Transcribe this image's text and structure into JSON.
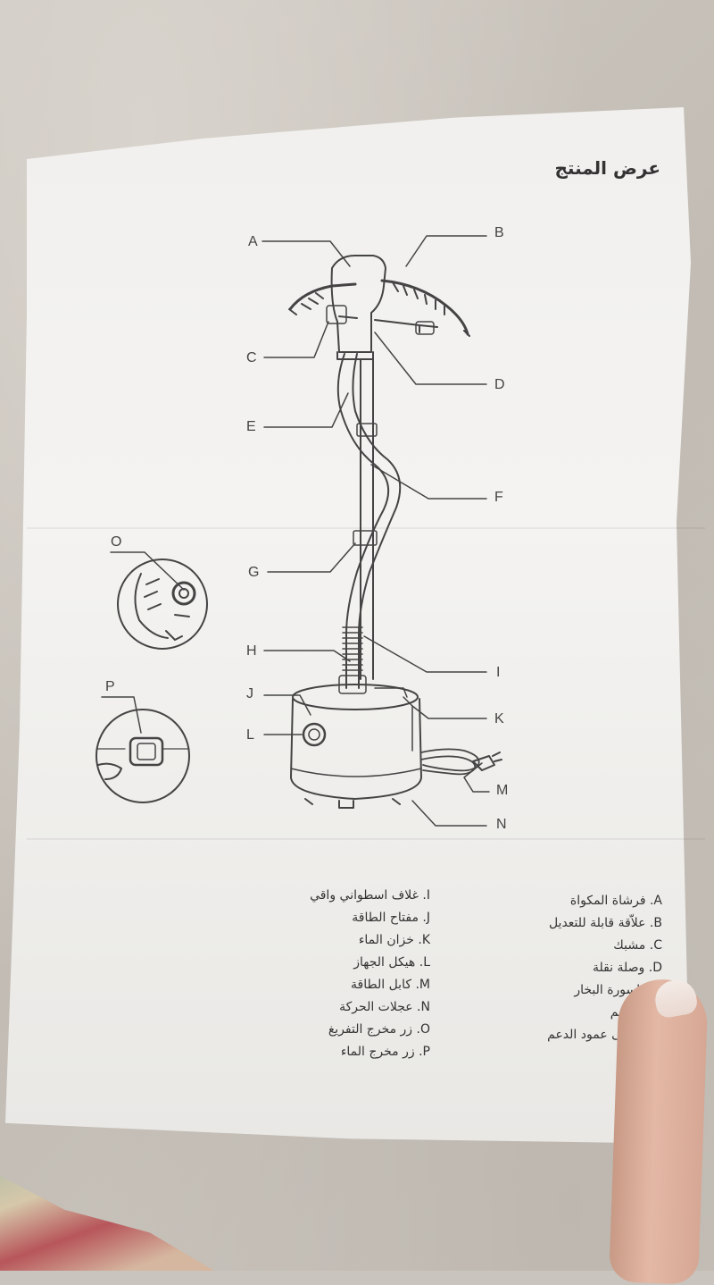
{
  "heading": "عرض المنتج",
  "callouts": [
    "A",
    "B",
    "C",
    "D",
    "E",
    "F",
    "G",
    "H",
    "I",
    "J",
    "K",
    "L",
    "M",
    "N",
    "O",
    "P"
  ],
  "legend_right": [
    "A. فرشاة المكواة",
    "B. علاّقة قابلة للتعديل",
    "C. مشبك",
    "D. وصلة نقلة",
    "F. ماسورة البخار",
    "عمود دعم",
    "شبك على عمود الدعم",
    "لة"
  ],
  "legend_left": [
    "I. غلاف اسطواني واقي",
    "J. مفتاح الطاقة",
    "K. خزان الماء",
    "L. هيكل الجهاز",
    "M. كابل الطاقة",
    "N. عجلات الحركة",
    "O. زر مخرج التفريغ",
    "P. زر مخرج الماء"
  ],
  "colors": {
    "paper": "#f2f1ef",
    "ink": "#333333",
    "fabric": "#c9c4bd",
    "skin": "#d9ab97"
  }
}
